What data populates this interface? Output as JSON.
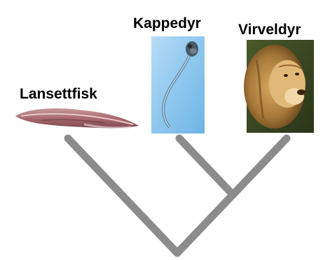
{
  "taxa": [
    {
      "label": "Lansettfisk",
      "image": "lancelet-photo"
    },
    {
      "label": "Kappedyr",
      "image": "tunicate-larva-photo"
    },
    {
      "label": "Virveldyr",
      "image": "lion-photo"
    }
  ],
  "colors": {
    "branch": "#8c8c8c",
    "background": "#ffffff",
    "label_text": "#000000",
    "tunicate_bg": "#8ec8ee",
    "lancelet_body": "#a86a6f"
  }
}
